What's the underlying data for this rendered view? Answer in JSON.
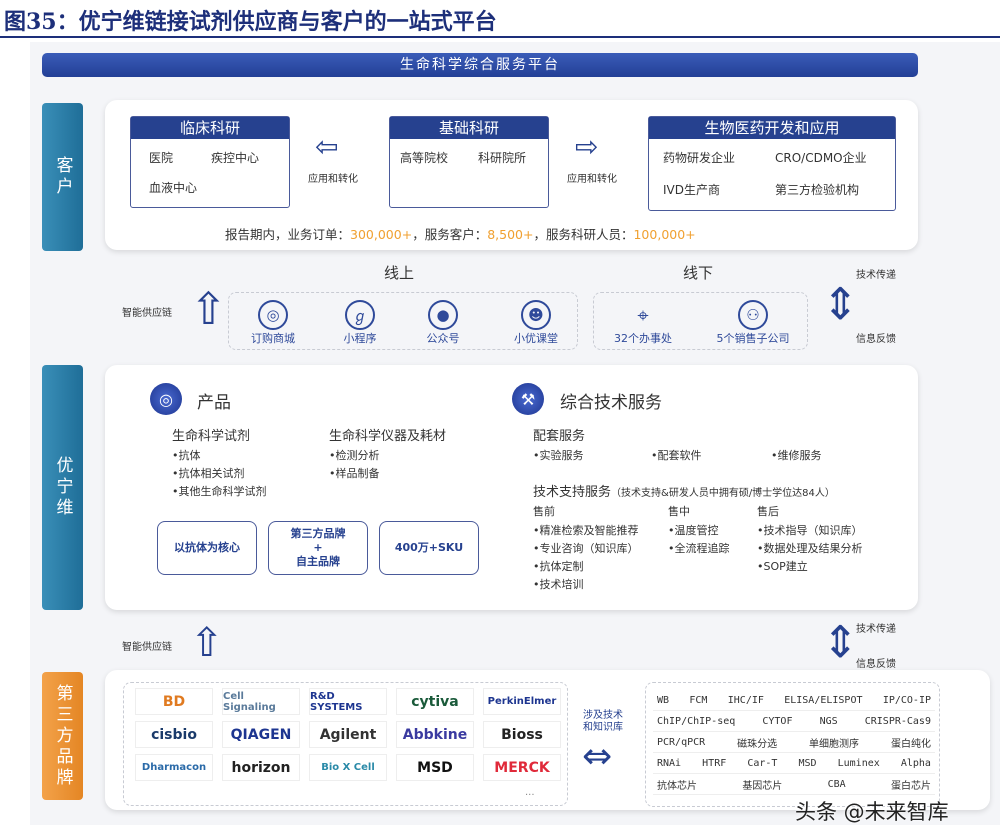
{
  "title": "图35：优宁维链接试剂供应商与客户的一站式平台",
  "banner": "生命科学综合服务平台",
  "side_labels": {
    "customer": "客户",
    "company": "优宁维",
    "brands": "第三方品牌"
  },
  "customers": {
    "clinical": {
      "title": "临床科研",
      "items": [
        "医院",
        "疾控中心",
        "血液中心"
      ]
    },
    "basic": {
      "title": "基础科研",
      "items": [
        "高等院校",
        "科研院所"
      ]
    },
    "pharma": {
      "title": "生物医药开发和应用",
      "items": [
        "药物研发企业",
        "CRO/CDMO企业",
        "IVD生产商",
        "第三方检验机构"
      ]
    },
    "arrow_left_label": "应用和转化",
    "arrow_right_label": "应用和转化",
    "stats": {
      "prefix": "报告期内，业务订单：",
      "orders": "300,000+",
      "mid1": "，服务客户：",
      "clients": "8,500+",
      "mid2": "，服务科研人员：",
      "researchers": "100,000+"
    }
  },
  "channels": {
    "online_title": "线上",
    "offline_title": "线下",
    "online": [
      {
        "label": "订购商城",
        "icon": "globe-icon"
      },
      {
        "label": "小程序",
        "icon": "mini-program-icon"
      },
      {
        "label": "公众号",
        "icon": "wechat-icon"
      },
      {
        "label": "小优课堂",
        "icon": "classroom-icon"
      }
    ],
    "offline": [
      {
        "label": "32个办事处",
        "icon": "location-pin-icon"
      },
      {
        "label": "5个销售子公司",
        "icon": "org-icon"
      }
    ],
    "supply_chain": "智能供应链",
    "tech_transfer": "技术传递",
    "feedback": "信息反馈"
  },
  "company": {
    "products": {
      "title": "产品",
      "reagents": {
        "title": "生命科学试剂",
        "items": [
          "•抗体",
          "•抗体相关试剂",
          "•其他生命科学试剂"
        ]
      },
      "instruments": {
        "title": "生命科学仪器及耗材",
        "items": [
          "•检测分析",
          "•样品制备"
        ]
      },
      "pills": [
        "以抗体为核心",
        "第三方品牌\n+\n自主品牌",
        "400万+SKU"
      ]
    },
    "services": {
      "title": "综合技术服务",
      "support_title": "配套服务",
      "support_items": [
        "•实验服务",
        "•配套软件",
        "•维修服务"
      ],
      "tech_title": "技术支持服务",
      "tech_note": "（技术支持&研发人员中拥有硕/博士学位达84人）",
      "pre": {
        "title": "售前",
        "items": [
          "•精准检索及智能推荐",
          "•专业咨询（知识库）",
          "•抗体定制",
          "•技术培训"
        ]
      },
      "mid": {
        "title": "售中",
        "items": [
          "•温度管控",
          "•全流程追踪"
        ]
      },
      "post": {
        "title": "售后",
        "items": [
          "•技术指导（知识库）",
          "•数据处理及结果分析",
          "•SOP建立"
        ]
      }
    }
  },
  "lower_arrows": {
    "supply_chain": "智能供应链",
    "tech_transfer": "技术传递",
    "feedback": "信息反馈",
    "knowledge": "涉及技术\n和知识库"
  },
  "brands": [
    "BD",
    "Cell Signaling",
    "R&D SYSTEMS",
    "cytiva",
    "PerkinElmer",
    "cisbio",
    "QIAGEN",
    "Agilent",
    "Abbkine",
    "Bioss",
    "Dharmacon",
    "horizon",
    "Bio X Cell",
    "MSD",
    "MERCK"
  ],
  "brands_more": "...",
  "techniques": [
    [
      "WB",
      "FCM",
      "IHC/IF",
      "ELISA/ELISPOT",
      "IP/CO-IP"
    ],
    [
      "ChIP/ChIP-seq",
      "CYTOF",
      "NGS",
      "CRISPR-Cas9"
    ],
    [
      "PCR/qPCR",
      "磁珠分选",
      "单细胞测序",
      "蛋白纯化"
    ],
    [
      "RNAi",
      "HTRF",
      "Car-T",
      "MSD",
      "Luminex",
      "Alpha"
    ],
    [
      "抗体芯片",
      "基因芯片",
      "CBA",
      "蛋白芯片"
    ]
  ],
  "watermark": "头条 @未来智库",
  "colors": {
    "navy": "#26418f",
    "teal": "#2a7fa8",
    "orange": "#e88a2a",
    "highlight": "#f0a030"
  }
}
